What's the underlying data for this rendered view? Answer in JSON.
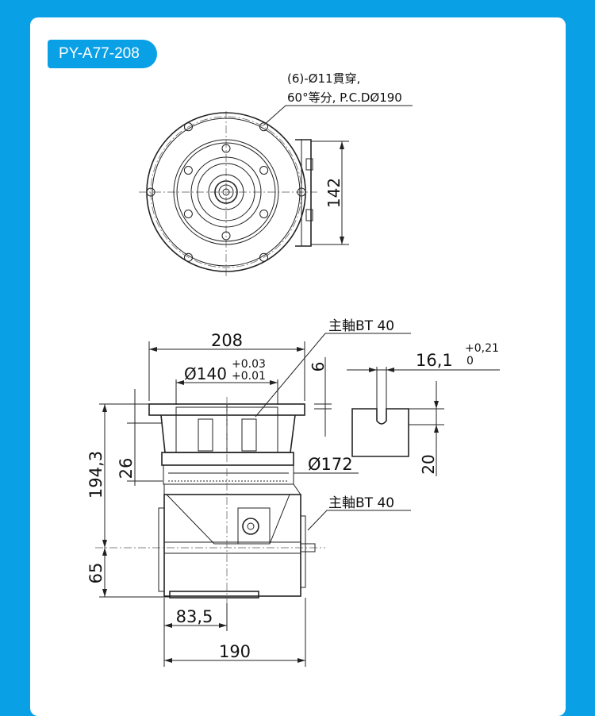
{
  "model_badge": "PY-A77-208",
  "top_view": {
    "note_line1": "(6)-Ø11貫穿,",
    "note_line2": "60°等分, P.C.DØ190",
    "dim_height": "142"
  },
  "side_view": {
    "dim_width_top": "208",
    "dim_bore": "Ø140",
    "dim_bore_tol_upper": "+0.03",
    "dim_bore_tol_lower": "+0.01",
    "dim_flange": "6",
    "spindle_label_top": "主軸BT  40",
    "spindle_label_side": "主軸BT  40",
    "dim_slot": "16,1",
    "dim_slot_tol_upper": "+0,21",
    "dim_slot_tol_lower": "0",
    "dim_slot_depth": "20",
    "dim_diameter": "Ø172",
    "dim_total_height": "194,3",
    "dim_26": "26",
    "dim_65": "65",
    "dim_83": "83,5",
    "dim_190": "190"
  }
}
